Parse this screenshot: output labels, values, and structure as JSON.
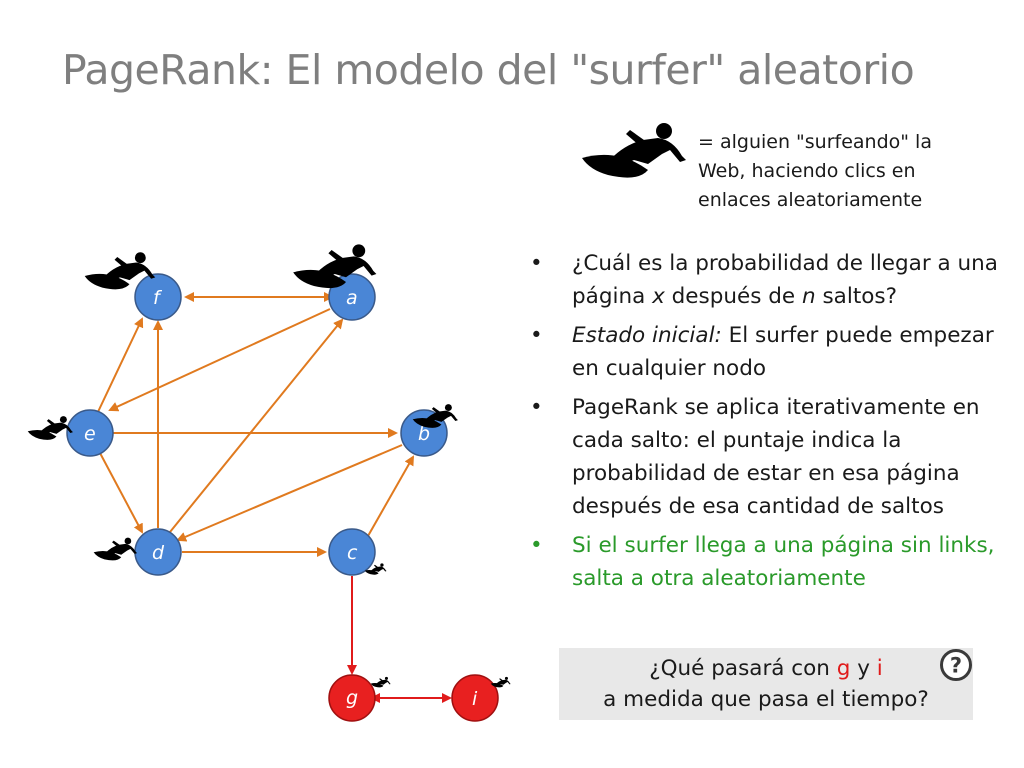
{
  "title": "PageRank: El modelo del \"surfer\" aleatorio",
  "legend": {
    "icon": "surfer-icon",
    "text": "= alguien \"surfeando\" la Web, haciendo clics en enlaces aleatoriamente"
  },
  "bullets": [
    {
      "bullet": "•",
      "parts": [
        "¿Cuál es la probabilidad de llegar a una página ",
        "x",
        " después de ",
        "n",
        " saltos?"
      ]
    },
    {
      "bullet": "•",
      "parts": [
        "Estado inicial:",
        " El surfer puede empezar en cualquier nodo"
      ]
    },
    {
      "bullet": "•",
      "text": "PageRank se aplica iterativamente en cada salto: el puntaje indica la probabilidad de estar en esa página después de esa cantidad de saltos"
    },
    {
      "bullet": "•",
      "text": "Si el surfer llega a una página sin links, salta a otra aleatoriamente"
    }
  ],
  "question": {
    "line1_start": "¿Qué pasará con ",
    "g": "g",
    "y": " y ",
    "i": "i",
    "line2": "a medida que pasa el tiempo?",
    "help_symbol": "?"
  },
  "graph": {
    "nodes": [
      "f",
      "a",
      "e",
      "b",
      "d",
      "c",
      "g",
      "i"
    ],
    "colors": {
      "blue": "#4a86d6",
      "red": "#e82020",
      "orange": "#e07a1f",
      "red_edge": "#e01b1b"
    }
  }
}
